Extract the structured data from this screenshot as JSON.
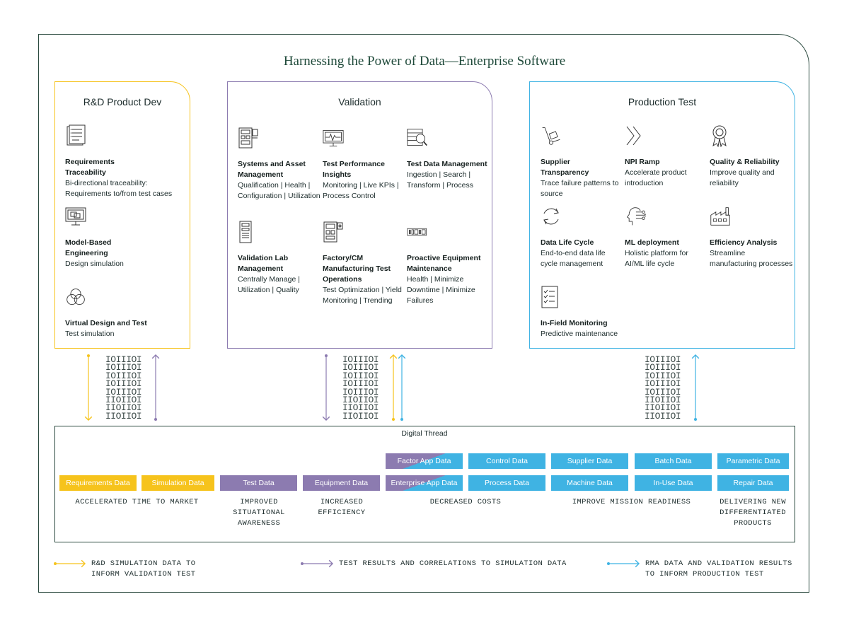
{
  "title": "Harnessing the Power of Data—Enterprise Software",
  "colors": {
    "frame": "#2b4a3f",
    "yellow": "#f6c31c",
    "purple": "#8c7bb0",
    "blue": "#3fb3e3"
  },
  "panels": {
    "rd": {
      "title": "R&D Product Dev",
      "items": [
        {
          "icon": "document-list-icon",
          "title": "Requirements Traceability",
          "desc": "Bi-directional traceability: Requirements to/from test cases"
        },
        {
          "icon": "monitor-model-icon",
          "title": "Model-Based Engineering",
          "desc": "Design simulation"
        },
        {
          "icon": "venn-circles-icon",
          "title": "Virtual Design and Test",
          "desc": "Test simulation"
        }
      ]
    },
    "validation": {
      "title": "Validation",
      "items": [
        {
          "icon": "equipment-rack-icon",
          "title": "Systems and Asset Management",
          "desc": "Qualification | Health | Configuration | Utilization"
        },
        {
          "icon": "monitor-pulse-icon",
          "title": "Test Performance Insights",
          "desc": "Monitoring | Live KPIs | Process Control"
        },
        {
          "icon": "data-search-icon",
          "title": "Test Data Management",
          "desc": "Ingestion | Search | Transform | Process"
        },
        {
          "icon": "lab-rack-icon",
          "title": "Validation Lab Management",
          "desc": "Centrally Manage | Utilization | Quality"
        },
        {
          "icon": "manufacturing-rack-icon",
          "title": "Factory/CM Manufacturing Test Operations",
          "desc": "Test Optimization | Yield Monitoring | Trending"
        },
        {
          "icon": "equipment-module-icon",
          "title": "Proactive Equipment Maintenance",
          "desc": "Health | Minimize Downtime | Minimize Failures"
        }
      ]
    },
    "production": {
      "title": "Production Test",
      "items": [
        {
          "icon": "hand-truck-icon",
          "title": "Supplier Transparency",
          "desc": "Trace failure patterns to source"
        },
        {
          "icon": "chevrons-right-icon",
          "title": "NPI Ramp",
          "desc": "Accelerate product introduction"
        },
        {
          "icon": "award-ribbon-icon",
          "title": "Quality & Reliability",
          "desc": "Improve quality and reliability"
        },
        {
          "icon": "cycle-arrows-icon",
          "title": "Data Life Cycle",
          "desc": "End-to-end data life cycle management"
        },
        {
          "icon": "ai-head-icon",
          "title": "ML deployment",
          "desc": "Holistic platform for AI/ML life cycle"
        },
        {
          "icon": "factory-icon",
          "title": "Efficiency Analysis",
          "desc": "Streamline manufacturing processes"
        },
        {
          "icon": "checklist-icon",
          "title": "In-Field Monitoring",
          "desc": "Predictive maintenance"
        }
      ]
    }
  },
  "binary": {
    "left": "IOIIIOI\nIOIIIOI\nIOIIIOI\nIOIIIOI\nIOIIIOI\nIIOIIOI\nIIOIIOI\nIIOIIOI",
    "middle": "IOIIIOI\nIOIIIOI\nIOIIIOI\nIOIIIOI\nIOIIIOI\nIIOIIOI\nIIOIIOI\nIIOIIOI",
    "right": "IOIIIOI\nIOIIIOI\nIOIIIOI\nIOIIIOI\nIOIIIOI\nIIOIIOI\nIIOIIOI\nIIOIIOI"
  },
  "digital_thread": {
    "title": "Digital Thread",
    "chips": {
      "requirements": "Requirements Data",
      "simulation": "Simulation Data",
      "test": "Test Data",
      "equipment": "Equipment Data",
      "factor_app": "Factor App Data",
      "enterprise_app": "Enterprise App Data",
      "control": "Control Data",
      "process": "Process Data",
      "supplier": "Supplier Data",
      "machine": "Machine Data",
      "batch": "Batch Data",
      "in_use": "In-Use Data",
      "parametric": "Parametric Data",
      "repair": "Repair Data"
    },
    "outcomes": {
      "time_to_market": "ACCELERATED TIME TO MARKET",
      "situational": "IMPROVED SITUATIONAL AWARENESS",
      "efficiency": "INCREASED EFFICIENCY",
      "costs": "DECREASED COSTS",
      "mission": "IMPROVE MISSION READINESS",
      "products": "DELIVERING NEW DIFFERENTIATED PRODUCTS"
    }
  },
  "legend": {
    "yellow": "R&D SIMULATION DATA TO INFORM VALIDATION TEST",
    "purple": "TEST RESULTS AND CORRELATIONS TO SIMULATION DATA",
    "blue": "RMA DATA AND VALIDATION RESULTS TO INFORM PRODUCTION TEST"
  }
}
